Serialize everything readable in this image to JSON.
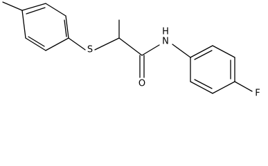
{
  "molecule": {
    "atom_labels": {
      "sulfur": "S",
      "amide_nitrogen": "N",
      "amide_hydrogen": "H",
      "carbonyl_oxygen": "O",
      "fluorine": "F"
    },
    "colors": {
      "bond": "#000000",
      "label": "#000000",
      "background": "#ffffff"
    }
  }
}
